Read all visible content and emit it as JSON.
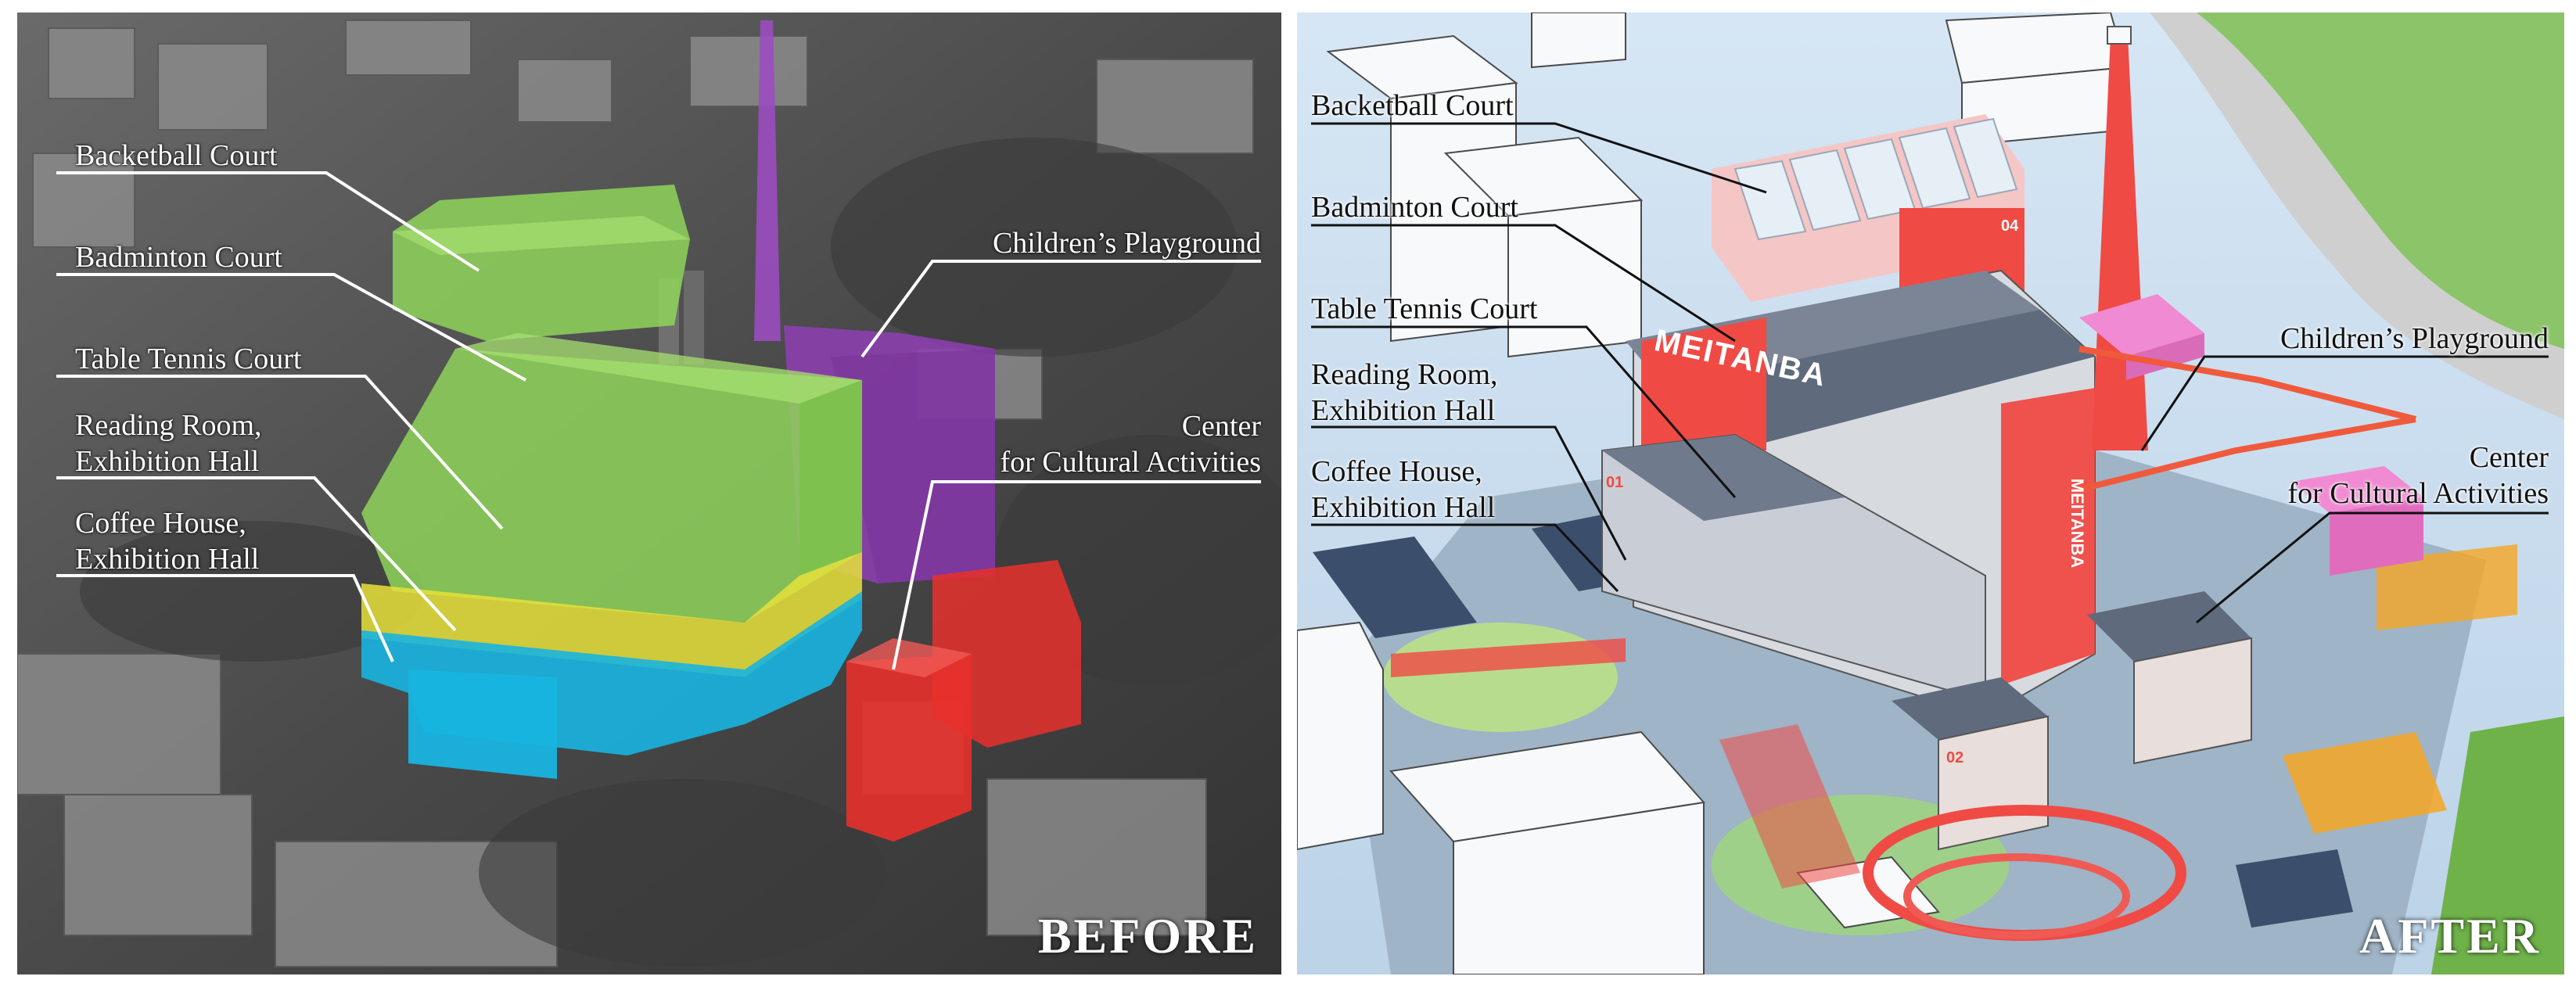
{
  "before": {
    "tag": "BEFORE",
    "labels": {
      "basketball": "Backetball Court",
      "badminton": "Badminton Court",
      "table_tennis": "Table Tennis Court",
      "reading_1": "Reading Room,",
      "reading_2": "Exhibition Hall",
      "coffee_1": "Coffee House,",
      "coffee_2": "Exhibition Hall",
      "children": "Children’s Playground",
      "center_1": "Center",
      "center_2": "for Cultural Activities"
    }
  },
  "after": {
    "tag": "AFTER",
    "signage": {
      "brand": "MEITANBA",
      "num_01": "01",
      "num_02": "02",
      "num_04": "04"
    },
    "labels": {
      "basketball": "Backetball Court",
      "badminton": "Badminton Court",
      "table_tennis": "Table Tennis Court",
      "reading_1": "Reading Room,",
      "reading_2": "Exhibition Hall",
      "coffee_1": "Coffee House,",
      "coffee_2": "Exhibition Hall",
      "children": "Children’s Playground",
      "center_1": "Center",
      "center_2": "for Cultural Activities"
    }
  },
  "colors": {
    "basketball_zone": "#8fd45a",
    "badminton_zone": "#8fd45a",
    "reading_zone": "#e6e23a",
    "coffee_zone": "#18b4e0",
    "children_zone": "#8e3fb3",
    "culture_zone": "#e8302c",
    "accent_red": "#f04a45",
    "accent_pink": "#f08ad2",
    "accent_orange": "#f5a623"
  }
}
